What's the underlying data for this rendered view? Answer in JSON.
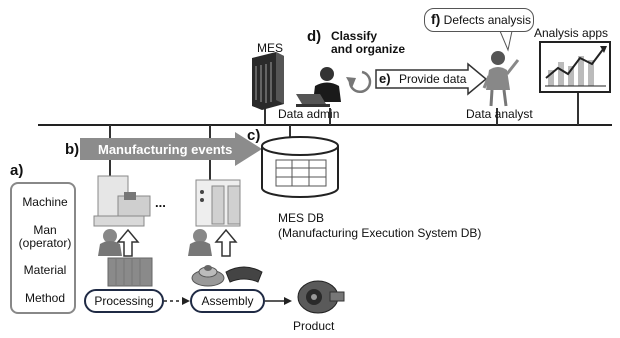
{
  "labels": {
    "a": "a)",
    "b": "b)",
    "c": "c)",
    "d": "d)",
    "e": "e)",
    "f": "f)"
  },
  "factors": [
    "Machine",
    "Man\n(operator)",
    "Material",
    "Method"
  ],
  "process": {
    "processing": "Processing",
    "assembly": "Assembly",
    "product": "Product"
  },
  "systems": {
    "mes": "MES",
    "mes_db": "MES DB",
    "mes_db_full": "(Manufacturing Execution System DB)",
    "analysis_apps": "Analysis apps"
  },
  "roles": {
    "data_admin": "Data admin",
    "data_analyst": "Data analyst"
  },
  "actions": {
    "classify": "Classify\nand organize",
    "provide": "Provide data",
    "defects": "Defects analysis",
    "events": "Manufacturing events",
    "ellipsis": "..."
  }
}
